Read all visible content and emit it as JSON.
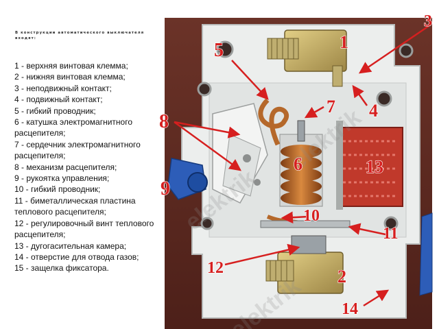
{
  "heading": "В конструкции автоматического выключателя входят:",
  "legend": [
    "1 - верхняя винтовая клемма;",
    "2 - нижняя винтовая клемма;",
    "3 - неподвижный контакт;",
    "4 - подвижный контакт;",
    "5 - гибкий проводник;",
    "6 - катушка электромагнитного расцепителя;",
    "7 - сердечник электромагнитного расцепителя;",
    "8 - механизм расцепителя;",
    "9 - рукоятка управления;",
    "10 - гибкий проводник;",
    "11 - биметаллическая пластина теплового расцепителя;",
    "12 - регулировочный винт теплового расцепителя;",
    "13 - дугогасительная камера;",
    "14 - отверстие для отвода газов;",
    "15 - защелка фиксатора."
  ],
  "photo": {
    "callouts": [
      "1",
      "2",
      "3",
      "4",
      "5",
      "6",
      "7",
      "8",
      "9",
      "10",
      "11",
      "12",
      "13",
      "14"
    ],
    "watermark": "elektrik",
    "colors": {
      "callout": "#d61f1f",
      "housing": "#eceeed",
      "backdrop": "#5e2a22",
      "arc_chamber": "#c0392b",
      "terminal": "#c9b46a",
      "coil": "#b86a2e",
      "handle": "#2d5db8"
    }
  }
}
